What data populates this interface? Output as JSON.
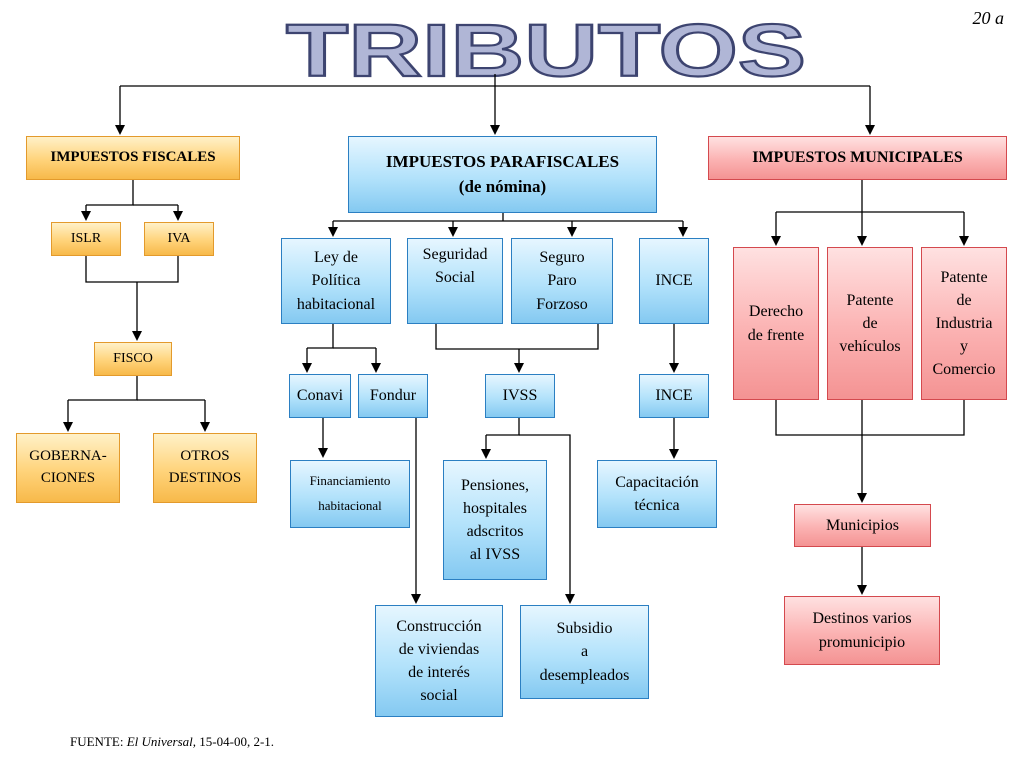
{
  "title": "TRIBUTOS",
  "page_number": "20 a",
  "source": {
    "label": "FUENTE:",
    "publication": "El Universal,",
    "detail": "15-04-00, 2-1."
  },
  "fiscales": {
    "header": "IMPUESTOS  FISCALES",
    "islr": "ISLR",
    "iva": "IVA",
    "fisco": "FISCO",
    "gobernaciones": [
      "GOBERNA-",
      "CIONES"
    ],
    "otros": [
      "OTROS",
      "DESTINOS"
    ]
  },
  "parafiscales": {
    "header": [
      "IMPUESTOS PARAFISCALES",
      "(de nómina)"
    ],
    "ley": [
      "Ley de",
      "Política",
      "habitacional"
    ],
    "seguridad": [
      "Seguridad",
      "Social"
    ],
    "seguro": [
      "Seguro",
      "Paro",
      "Forzoso"
    ],
    "ince": "INCE",
    "conavi": "Conavi",
    "fondur": "Fondur",
    "ivss": "IVSS",
    "ince2": "INCE",
    "financiamiento": [
      "Financiamiento",
      "habitacional"
    ],
    "pensiones": [
      "Pensiones,",
      "hospitales",
      "adscritos",
      "al IVSS"
    ],
    "capacitacion": [
      "Capacitación",
      "técnica"
    ],
    "construccion": [
      "Construcción",
      "de viviendas",
      "de interés",
      "social"
    ],
    "subsidio": [
      "Subsidio",
      "a",
      "desempleados"
    ]
  },
  "municipales": {
    "header": "IMPUESTOS  MUNICIPALES",
    "derecho": [
      "Derecho",
      "de frente"
    ],
    "vehiculos": [
      "Patente",
      "de",
      "vehículos"
    ],
    "industria": [
      "Patente",
      "de",
      "Industria",
      "y",
      "Comercio"
    ],
    "municipios": "Municipios",
    "destinos": [
      "Destinos varios",
      "promunicipio"
    ]
  },
  "colors": {
    "fiscales_fill": "#ffd37a",
    "fiscales_border": "#e39a2c",
    "parafiscales_fill": "#b2e2fb",
    "parafiscales_border": "#2b7fc2",
    "municipales_fill": "#fbb2b2",
    "municipales_border": "#d4494e",
    "title_fill": "#b0b6d6",
    "title_outline": "#3d4470"
  }
}
